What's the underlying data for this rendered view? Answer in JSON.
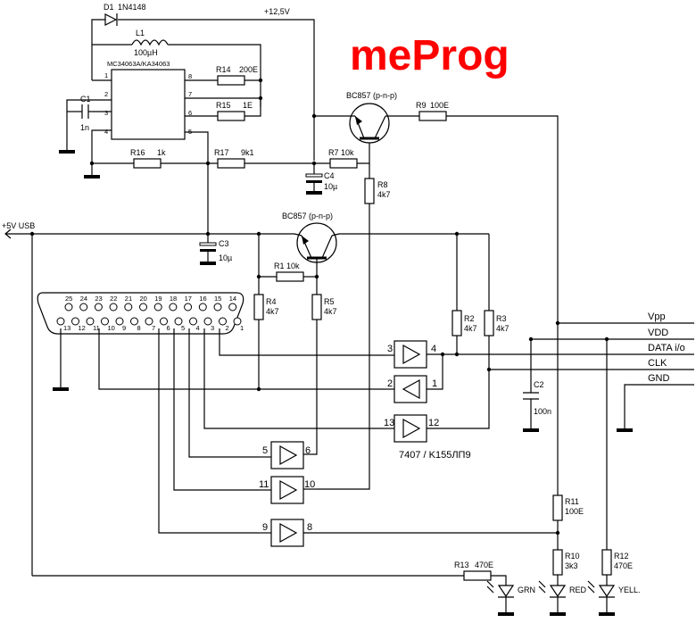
{
  "title": "meProg",
  "supply": {
    "vpp_rail": "+12,5V",
    "usb": "+5V USB"
  },
  "ic": {
    "name": "MC34063A/KA34063",
    "pins": [
      "1",
      "2",
      "3",
      "4",
      "5",
      "6",
      "7",
      "8"
    ]
  },
  "diode": {
    "ref": "D1",
    "part": "1N4148"
  },
  "inductor": {
    "ref": "L1",
    "value": "100µH"
  },
  "transistors": [
    {
      "ref": "BC857 (p-n-p)"
    },
    {
      "ref": "BC857 (p-n-p)"
    }
  ],
  "resistors": {
    "r1": {
      "ref": "R1",
      "value": "10k"
    },
    "r2": {
      "ref": "R2",
      "value": "4k7"
    },
    "r3": {
      "ref": "R3",
      "value": "4k7"
    },
    "r4": {
      "ref": "R4",
      "value": "4k7"
    },
    "r5": {
      "ref": "R5",
      "value": "4k7"
    },
    "r7": {
      "ref": "R7",
      "value": "10k"
    },
    "r8": {
      "ref": "R8",
      "value": "4k7"
    },
    "r9": {
      "ref": "R9",
      "value": "100E"
    },
    "r10": {
      "ref": "R10",
      "value": "3k3"
    },
    "r11": {
      "ref": "R11",
      "value": "100E"
    },
    "r12": {
      "ref": "R12",
      "value": "470E"
    },
    "r13": {
      "ref": "R13",
      "value": "470E"
    },
    "r14": {
      "ref": "R14",
      "value": "200E"
    },
    "r15": {
      "ref": "R15",
      "value": "1E"
    },
    "r16": {
      "ref": "R16",
      "value": "1k"
    },
    "r17": {
      "ref": "R17",
      "value": "9k1"
    }
  },
  "capacitors": {
    "c1": {
      "ref": "C1",
      "value": "1n"
    },
    "c2": {
      "ref": "C2",
      "value": "100n"
    },
    "c3": {
      "ref": "C3",
      "value": "10µ"
    },
    "c4": {
      "ref": "C4",
      "value": "10µ"
    }
  },
  "connector": {
    "top_pins": [
      "25",
      "24",
      "23",
      "22",
      "21",
      "20",
      "19",
      "18",
      "17",
      "16",
      "15",
      "14"
    ],
    "bottom_pins": [
      "13",
      "12",
      "11",
      "10",
      "9",
      "8",
      "7",
      "6",
      "5",
      "4",
      "3",
      "2",
      "1"
    ]
  },
  "buffers": {
    "b1": {
      "in": "3",
      "out": "4"
    },
    "b2": {
      "in": "1",
      "out": "2"
    },
    "b3": {
      "in": "13",
      "out": "12"
    },
    "b4": {
      "in": "5",
      "out": "6"
    },
    "b5": {
      "in": "11",
      "out": "10"
    },
    "b6": {
      "in": "9",
      "out": "8"
    }
  },
  "buffer_ic": "7407 / K155ЛП9",
  "signals": [
    "Vpp",
    "VDD",
    "DATA i/o",
    "CLK",
    "GND"
  ],
  "leds": [
    "GRN",
    "RED",
    "YELL."
  ]
}
